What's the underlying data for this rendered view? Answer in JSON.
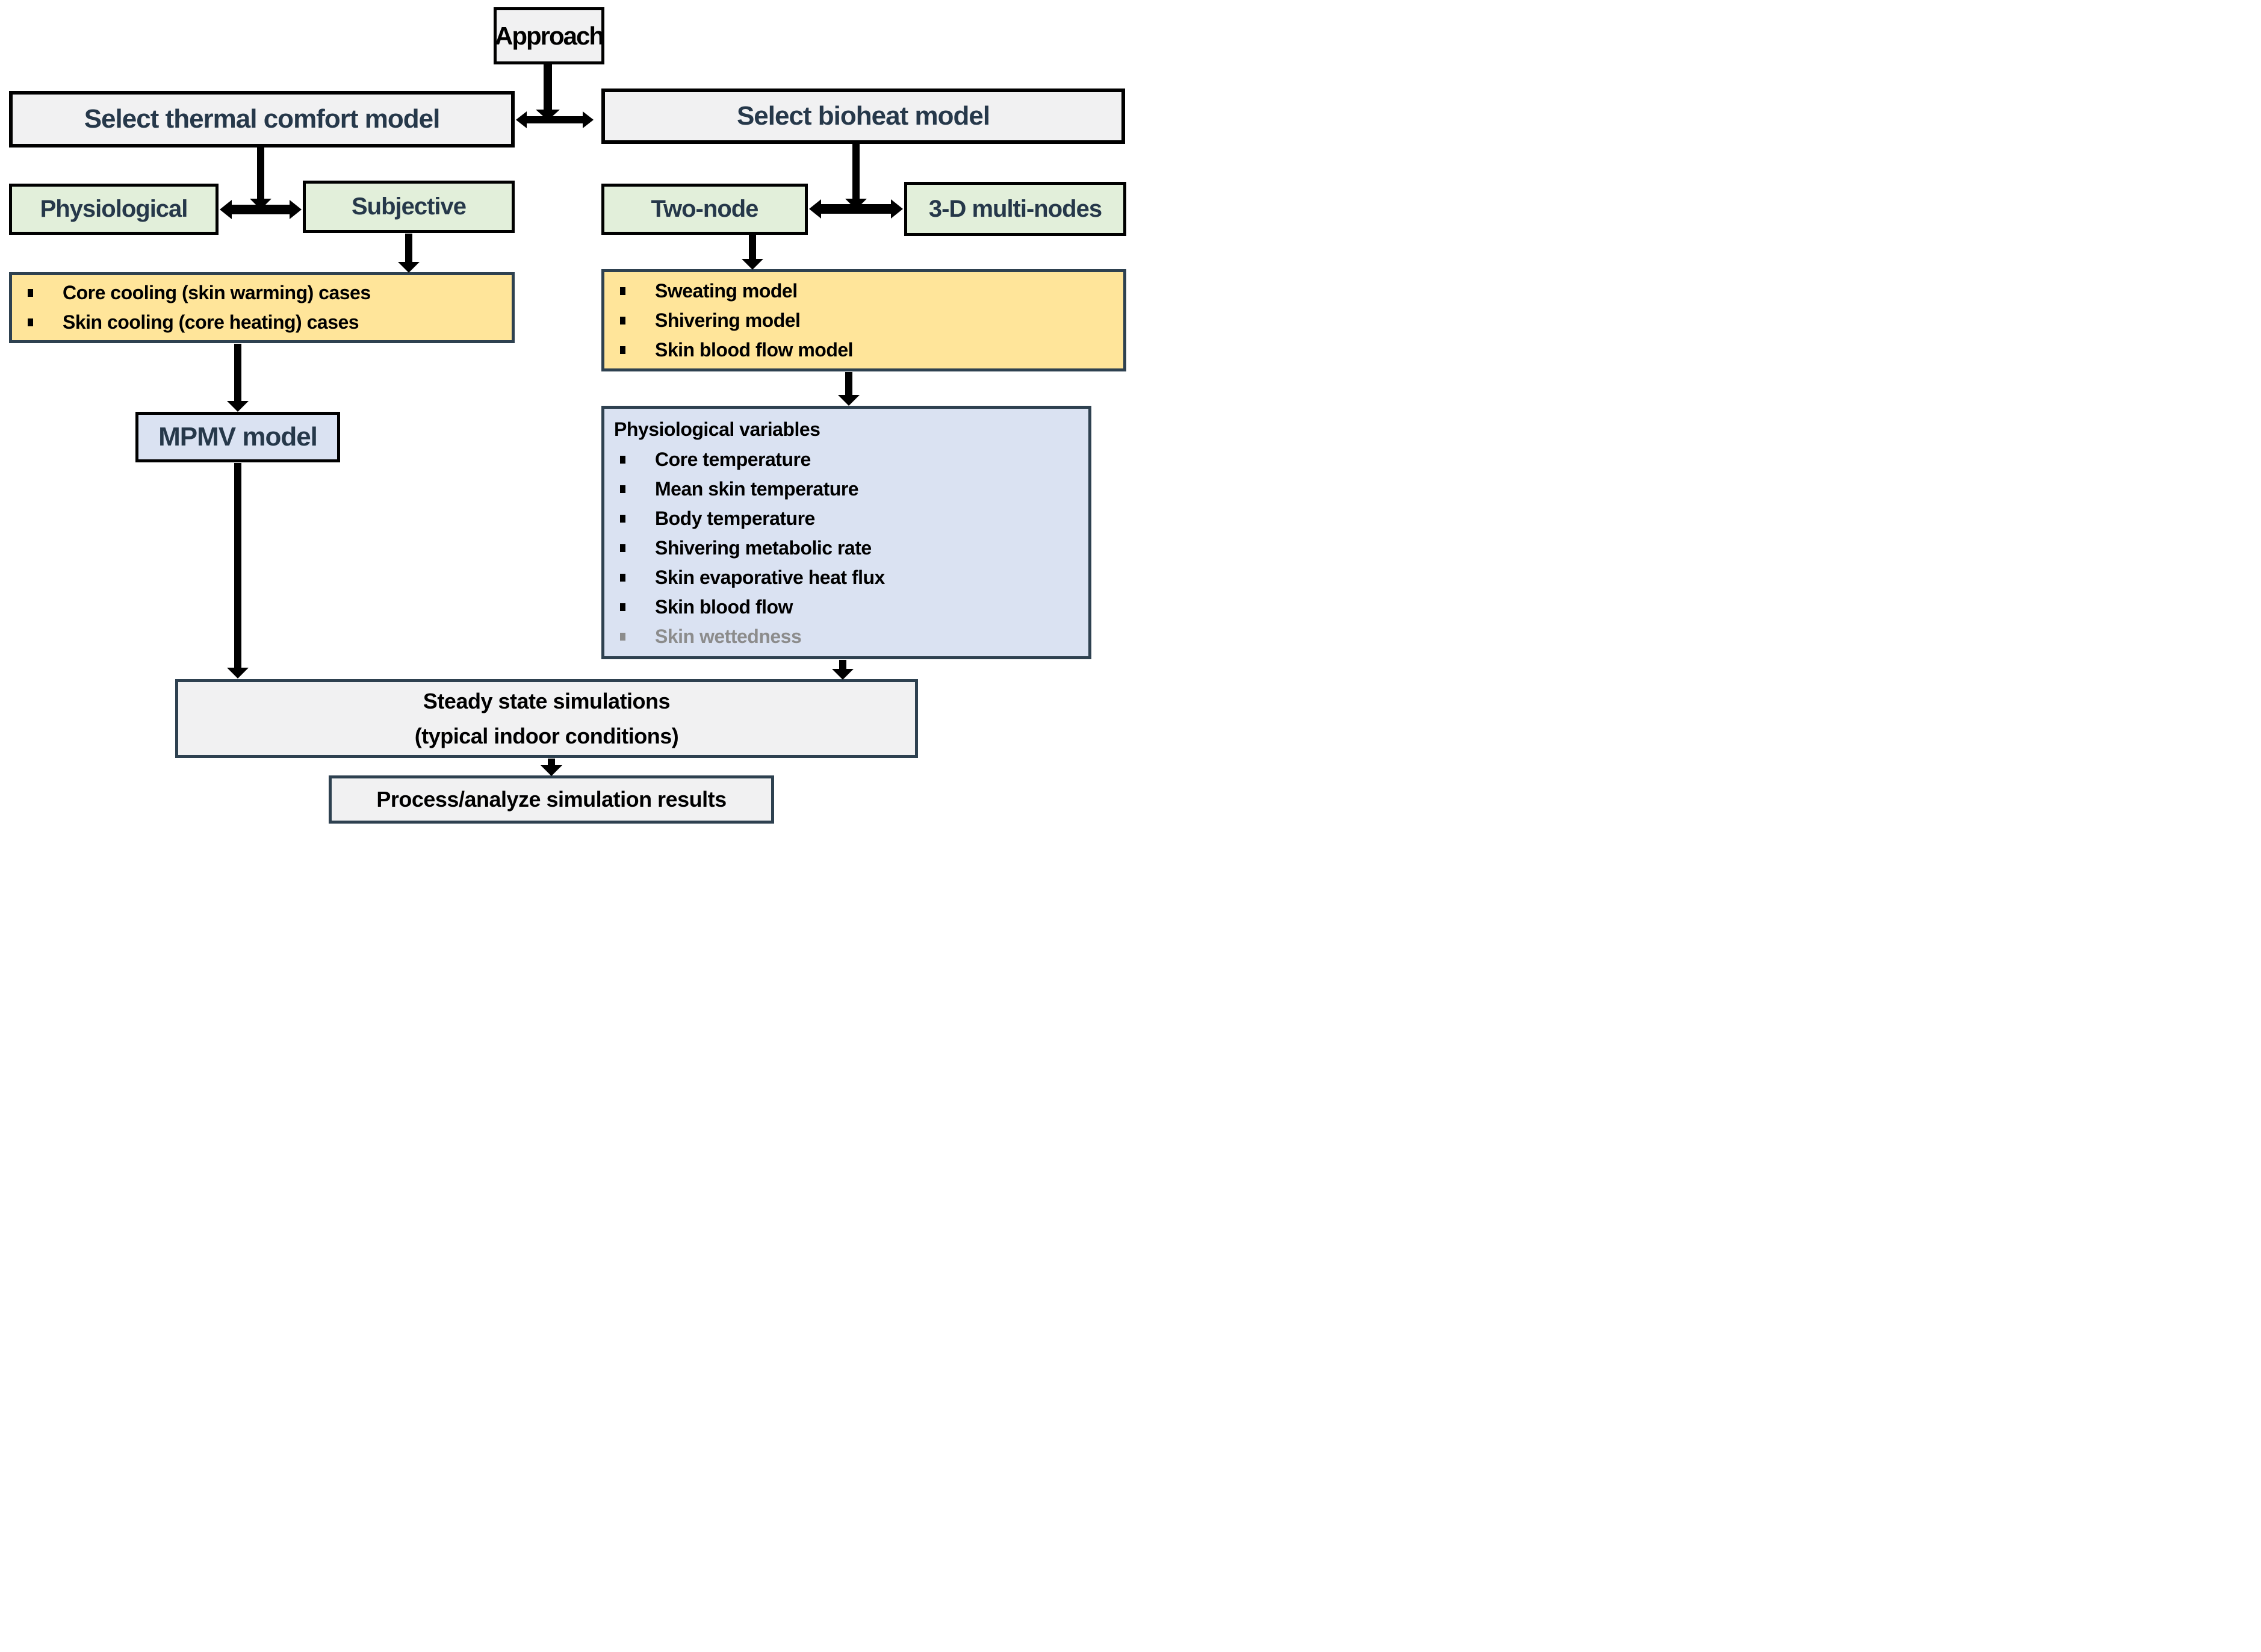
{
  "approach": {
    "label": "Approach"
  },
  "comfort": {
    "header": "Select thermal comfort model",
    "physiological": "Physiological",
    "subjective": "Subjective",
    "cases": [
      "Core cooling (skin warming) cases",
      "Skin cooling (core heating) cases"
    ],
    "mpmv": "MPMV model"
  },
  "bioheat": {
    "header": "Select bioheat model",
    "two_node": "Two-node",
    "multi_nodes": "3-D multi-nodes",
    "models": [
      "Sweating model",
      "Shivering model",
      "Skin blood flow model"
    ],
    "variables": {
      "title": "Physiological variables",
      "items": [
        "Core temperature",
        "Mean skin temperature",
        "Body temperature",
        "Shivering metabolic rate",
        "Skin evaporative heat flux",
        "Skin blood flow",
        "Skin wettedness"
      ]
    }
  },
  "simulation": {
    "line1": "Steady state simulations",
    "line2": "(typical indoor conditions)"
  },
  "process": {
    "label": "Process/analyze simulation results"
  },
  "colors": {
    "box_gray": "#f1f1f2",
    "box_green": "#e2efda",
    "box_yellow": "#ffe59a",
    "box_blue": "#dae2f2",
    "border_black": "#000000",
    "border_slate": "#2e4150",
    "text_navy": "#26384a",
    "text_black": "#000000",
    "text_muted": "#8c8c8c",
    "arrow": "#000000"
  }
}
